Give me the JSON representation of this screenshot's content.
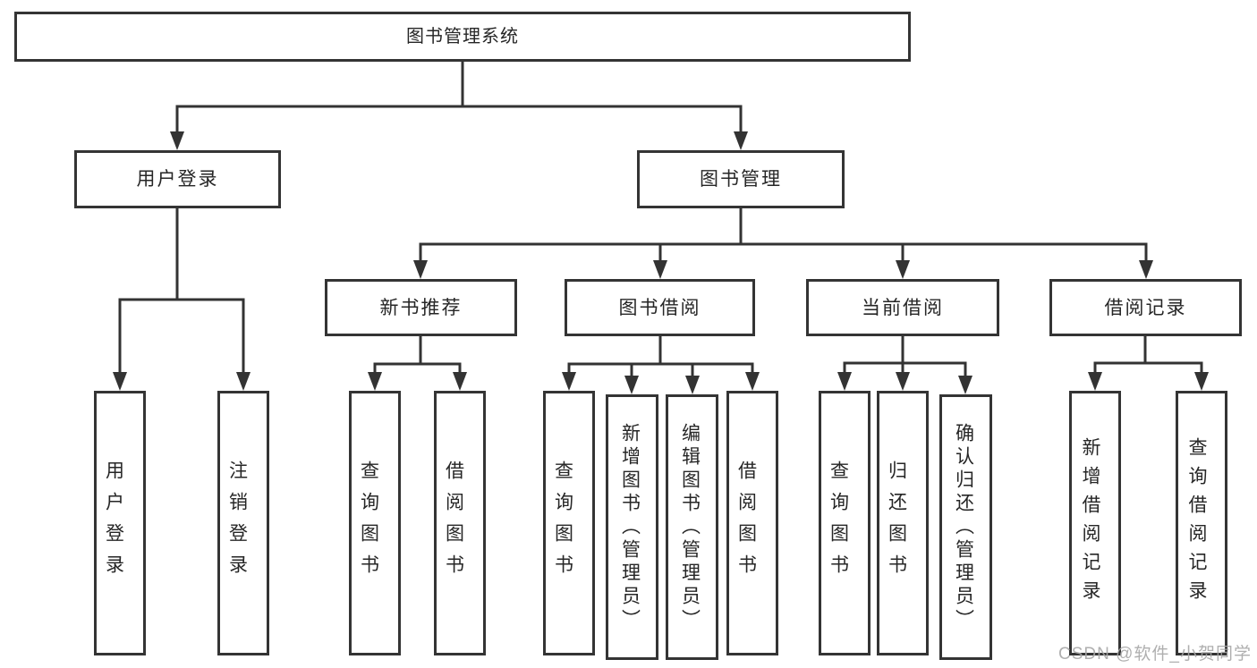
{
  "tree": {
    "label": "图书管理系统",
    "children": [
      {
        "label": "用户登录",
        "children": [
          {
            "label": "用户登录"
          },
          {
            "label": "注销登录"
          }
        ]
      },
      {
        "label": "图书管理",
        "children": [
          {
            "label": "新书推荐",
            "children": [
              {
                "label": "查询图书"
              },
              {
                "label": "借阅图书"
              }
            ]
          },
          {
            "label": "图书借阅",
            "children": [
              {
                "label": "查询图书"
              },
              {
                "label": "新增图书（管理员）"
              },
              {
                "label": "编辑图书（管理员）"
              },
              {
                "label": "借阅图书"
              }
            ]
          },
          {
            "label": "当前借阅",
            "children": [
              {
                "label": "查询图书"
              },
              {
                "label": "归还图书"
              },
              {
                "label": "确认归还（管理员）"
              }
            ]
          },
          {
            "label": "借阅记录",
            "children": [
              {
                "label": "新增借阅记录"
              },
              {
                "label": "查询借阅记录"
              }
            ]
          }
        ]
      }
    ]
  },
  "watermark": {
    "text": "CSDN @软件_小贺同学"
  },
  "colors": {
    "line": "#333333",
    "box_border": "#343434",
    "text": "#262626",
    "watermark": "#a6a6a6",
    "background": "#ffffff"
  }
}
